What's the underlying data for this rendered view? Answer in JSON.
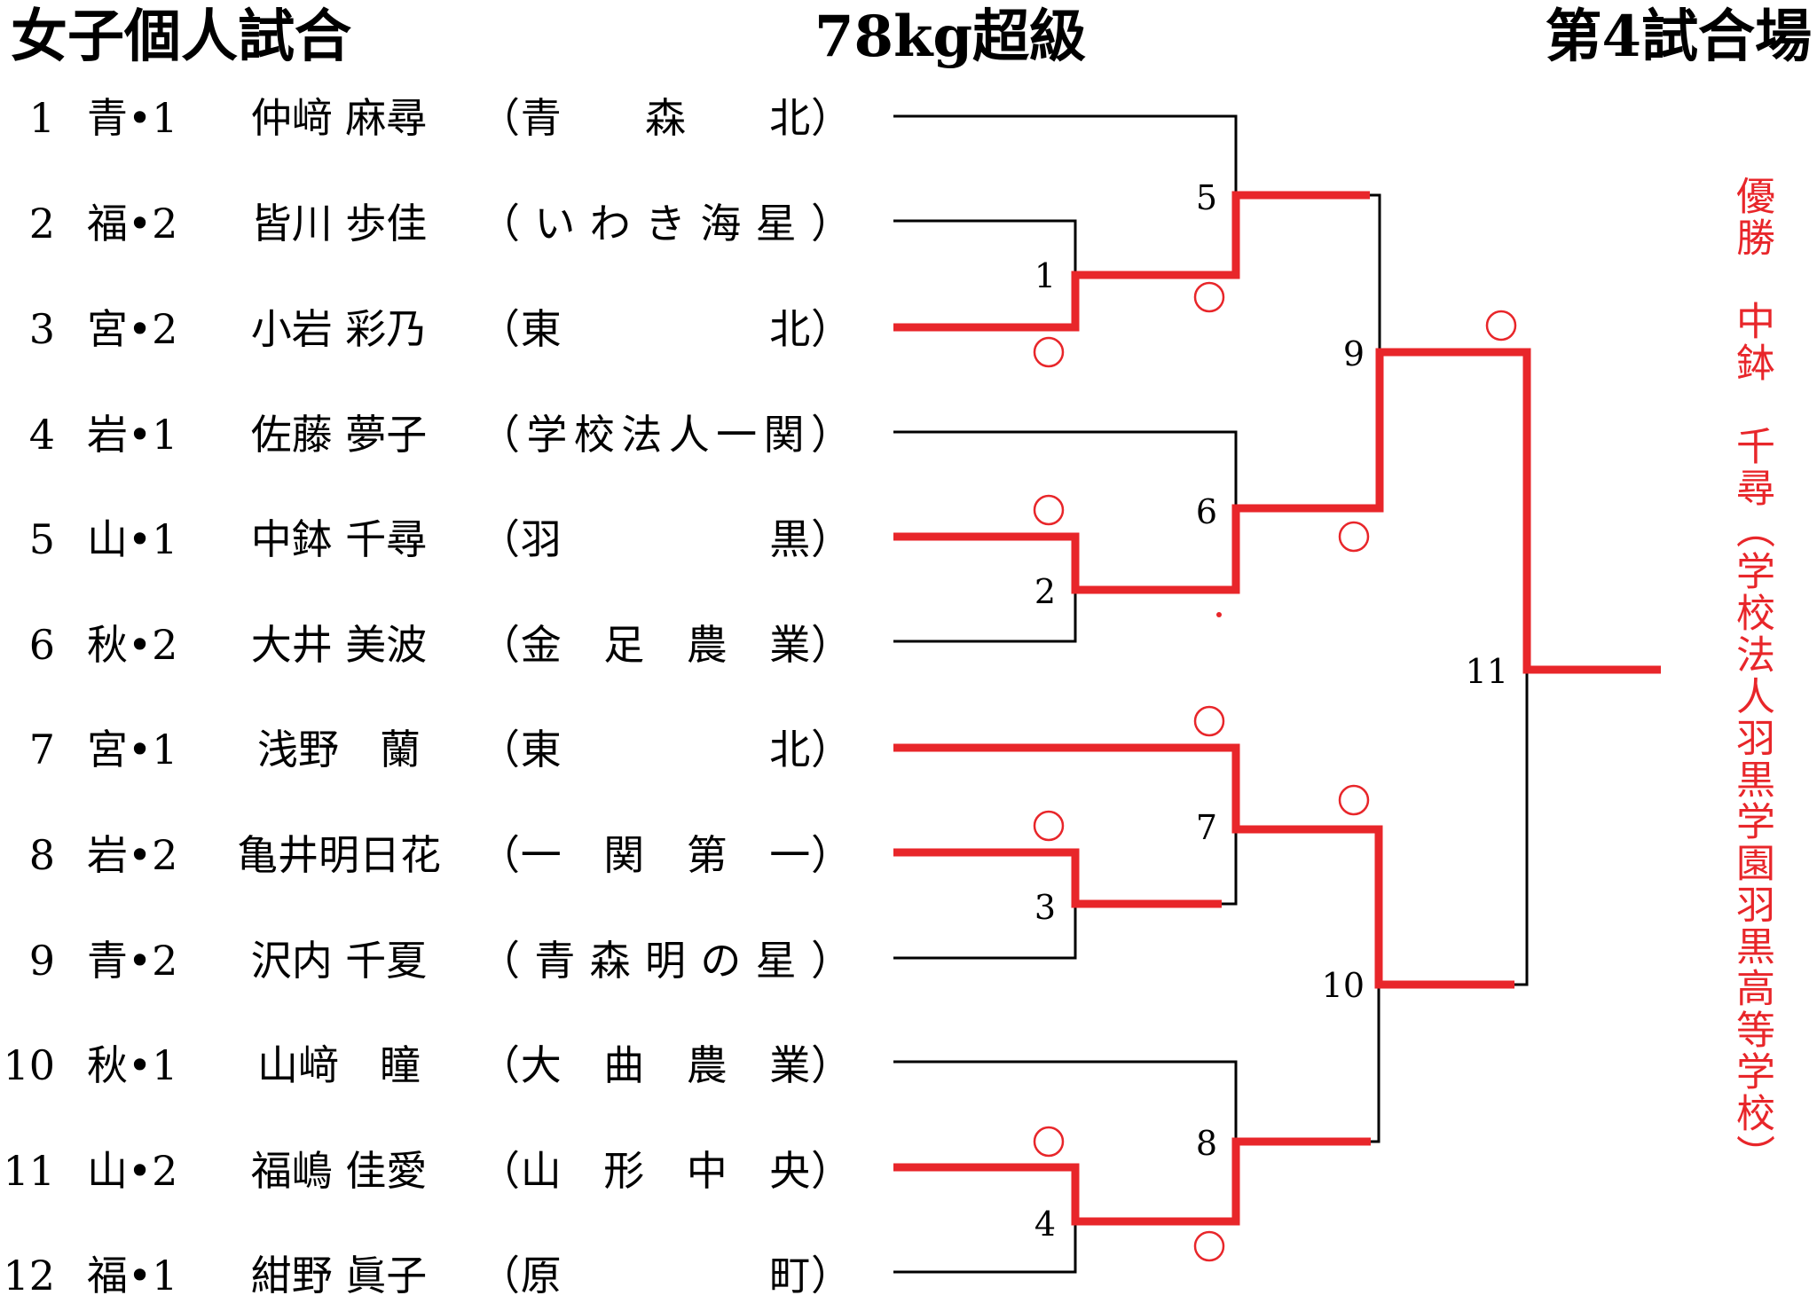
{
  "header": {
    "title": "女子個人試合",
    "weight_class": "78kg超級",
    "mat": "第4試合場"
  },
  "entrants": [
    {
      "no": "1",
      "pref": "青•1",
      "name": "仲﨑 麻尋",
      "school": "（青　　森　　北）"
    },
    {
      "no": "2",
      "pref": "福•2",
      "name": "皆川 歩佳",
      "school": "（いわき海星）"
    },
    {
      "no": "3",
      "pref": "宮•2",
      "name": "小岩 彩乃",
      "school": "（東　　　　　北）"
    },
    {
      "no": "4",
      "pref": "岩•1",
      "name": "佐藤 夢子",
      "school": "（学校法人一関）"
    },
    {
      "no": "5",
      "pref": "山•1",
      "name": "中鉢 千尋",
      "school": "（羽　　　　　黒）"
    },
    {
      "no": "6",
      "pref": "秋•2",
      "name": "大井 美波",
      "school": "（金　足　農　業）"
    },
    {
      "no": "7",
      "pref": "宮•1",
      "name": "浅野　蘭",
      "school": "（東　　　　　北）"
    },
    {
      "no": "8",
      "pref": "岩•2",
      "name": "亀井明日花",
      "school": "（一　関　第　一）"
    },
    {
      "no": "9",
      "pref": "青•2",
      "name": "沢内 千夏",
      "school": "（青森明の星）"
    },
    {
      "no": "10",
      "pref": "秋•1",
      "name": "山﨑　瞳",
      "school": "（大　曲　農　業）"
    },
    {
      "no": "11",
      "pref": "山•2",
      "name": "福嶋 佳愛",
      "school": "（山　形　中　央）"
    },
    {
      "no": "12",
      "pref": "福•1",
      "name": "紺野 眞子",
      "school": "（原　　　　　町）"
    }
  ],
  "matches": [
    {
      "no": "1"
    },
    {
      "no": "2"
    },
    {
      "no": "3"
    },
    {
      "no": "4"
    },
    {
      "no": "5"
    },
    {
      "no": "6"
    },
    {
      "no": "7"
    },
    {
      "no": "8"
    },
    {
      "no": "9"
    },
    {
      "no": "10"
    },
    {
      "no": "11"
    }
  ],
  "win_mark": "○",
  "champion": {
    "text": "優勝　中鉢　千尋（学校法人羽黒学園羽黒高等学校）"
  },
  "colors": {
    "winner_line": "#e8262a",
    "bracket_line": "#000000",
    "champion_text": "#e8262a"
  }
}
